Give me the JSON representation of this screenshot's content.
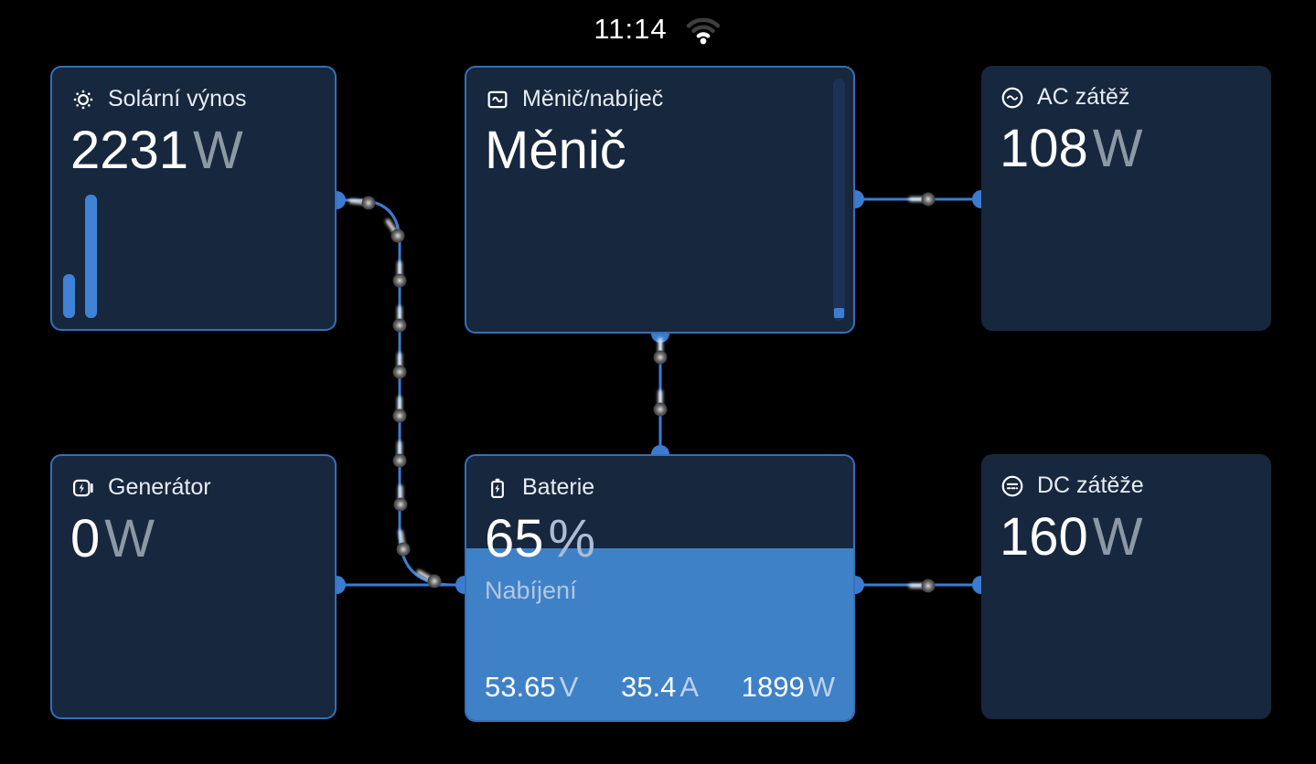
{
  "status_bar": {
    "time": "11:14",
    "wifi_icon": "wifi-icon"
  },
  "cards": {
    "solar": {
      "title": "Solární výnos",
      "value": "2231",
      "unit": "W"
    },
    "inverter": {
      "title": "Měnič/nabíječ",
      "state": "Měnič"
    },
    "ac_loads": {
      "title": "AC zátěž",
      "value": "108",
      "unit": "W"
    },
    "generator": {
      "title": "Generátor",
      "value": "0",
      "unit": "W"
    },
    "battery": {
      "title": "Baterie",
      "soc": "65",
      "soc_unit": "%",
      "state": "Nabíjení",
      "voltage": "53.65",
      "voltage_unit": "V",
      "current": "35.4",
      "current_unit": "A",
      "power": "1899",
      "power_unit": "W"
    },
    "dc_loads": {
      "title": "DC zátěže",
      "value": "160",
      "unit": "W"
    }
  },
  "colors": {
    "background": "#000000",
    "card_bg": "#16273e",
    "card_border": "#3470b8",
    "accent": "#3b7cd0",
    "battery_fill": "#3f81c7",
    "solar_bar": "#3f83d6",
    "unit_text": "#8d98a5"
  }
}
